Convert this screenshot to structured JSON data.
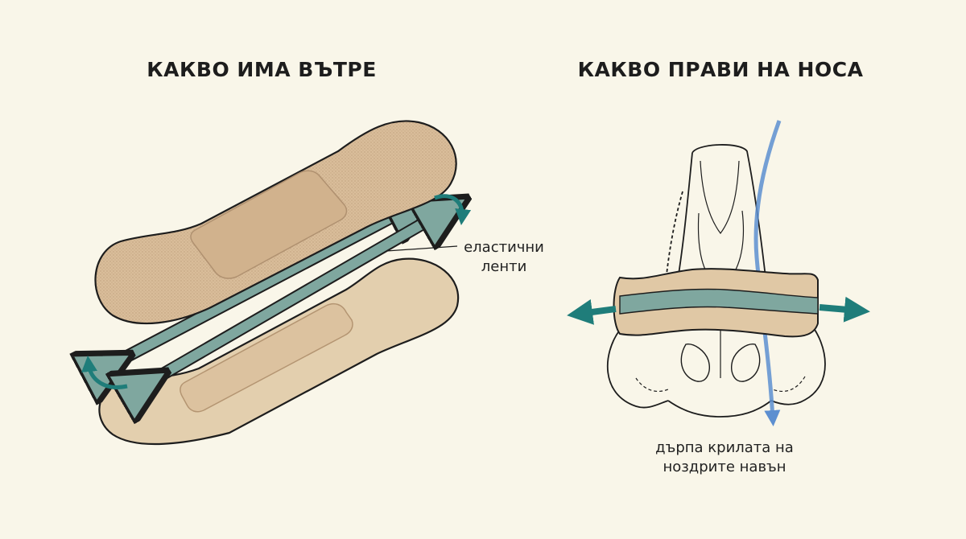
{
  "left_panel": {
    "title": "КАКВО ИМА ВЪТРЕ",
    "annotation": {
      "line1": "еластични",
      "line2": "ленти"
    }
  },
  "right_panel": {
    "title": "КАКВО ПРАВИ НА НОСА",
    "annotation": {
      "line1": "дърпа крилата на",
      "line2": "ноздрите навън"
    }
  },
  "colors": {
    "background": "#f9f6e9",
    "strip_top": "#d9bd9a",
    "strip_bottom": "#e3cfae",
    "elastic_band": "#7fa79f",
    "pull_arrow": "#1f7d7a",
    "airflow": "#5d8fd0",
    "outline": "#1d1d1d"
  },
  "icons": {
    "pull_arrows": "double-arrow-icon",
    "airflow": "arrow-down-icon",
    "rotation": "curved-arrow-icon"
  }
}
